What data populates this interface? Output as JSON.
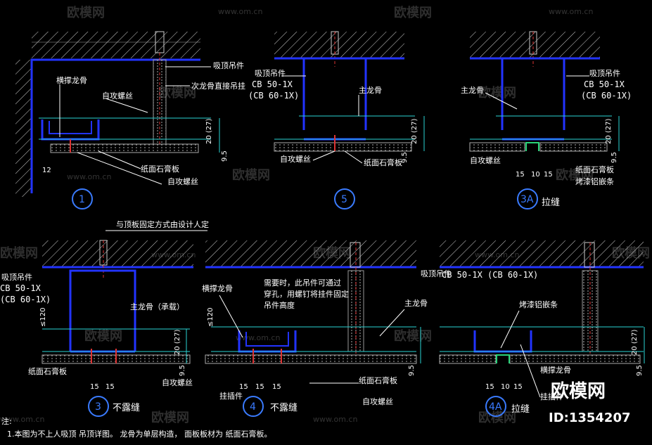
{
  "watermark": {
    "brand": "欧模网",
    "url": "www.om.cn"
  },
  "brand_bottom": {
    "name": "欧模网",
    "id": "ID:1354207"
  },
  "details": {
    "d1": {
      "num": "1",
      "labels": [
        "横撑龙骨",
        "自攻螺丝",
        "次龙骨直接吊挂",
        "吸顶吊件",
        "纸面石膏板",
        "自攻螺丝"
      ],
      "dims": [
        "20 (27)",
        "9.5",
        "12"
      ]
    },
    "d5": {
      "num": "5",
      "labels": [
        "吸顶吊件",
        "CB 50-1X",
        "(CB 60-1X)",
        "主龙骨",
        "自攻螺丝",
        "纸面石膏板"
      ],
      "dims": [
        "20 (27)",
        "9.5"
      ]
    },
    "d3a": {
      "num": "3A",
      "caption": "拉缝",
      "labels": [
        "吸顶吊件",
        "CB 50-1X",
        "(CB 60-1X)",
        "主龙骨",
        "自攻螺丝",
        "纸面石膏板",
        "烤漆铝嵌条"
      ],
      "dims": [
        "20 (27)",
        "9.5",
        "15",
        "10",
        "15"
      ]
    },
    "d3": {
      "num": "3",
      "caption": "不露缝",
      "labels": [
        "与顶板固定方式由设计人定",
        "吸顶吊件",
        "CB 50-1X",
        "(CB 60-1X)",
        "主龙骨（承载）",
        "纸面石膏板",
        "自攻螺丝"
      ],
      "dims": [
        "≤120",
        "20 (27)",
        "9.5",
        "15",
        "15"
      ]
    },
    "d4": {
      "num": "4",
      "caption": "不露缝",
      "labels": [
        "横撑龙骨",
        "需要时，此吊件可通过",
        "穿孔，用螺钉将挂件固定",
        "吊件高度",
        "主龙骨",
        "挂插件",
        "纸面石膏板",
        "自攻螺丝"
      ],
      "dims": [
        "≤120",
        "9.5",
        "15",
        "15",
        "15"
      ]
    },
    "d4a": {
      "num": "4A",
      "caption": "拉缝",
      "labels": [
        "吸顶吊件",
        "CB 50-1X (CB 60-1X)",
        "烤漆铝嵌条",
        "横撑龙骨",
        "挂插件"
      ],
      "dims": [
        "20 (27)",
        "9.5",
        "15",
        "10",
        "15"
      ]
    }
  },
  "note": {
    "title": "注:",
    "text": "1.本图为不上人吸顶     吊顶详图。  龙骨为单层构造，     面板板材为     纸面石膏板。"
  }
}
